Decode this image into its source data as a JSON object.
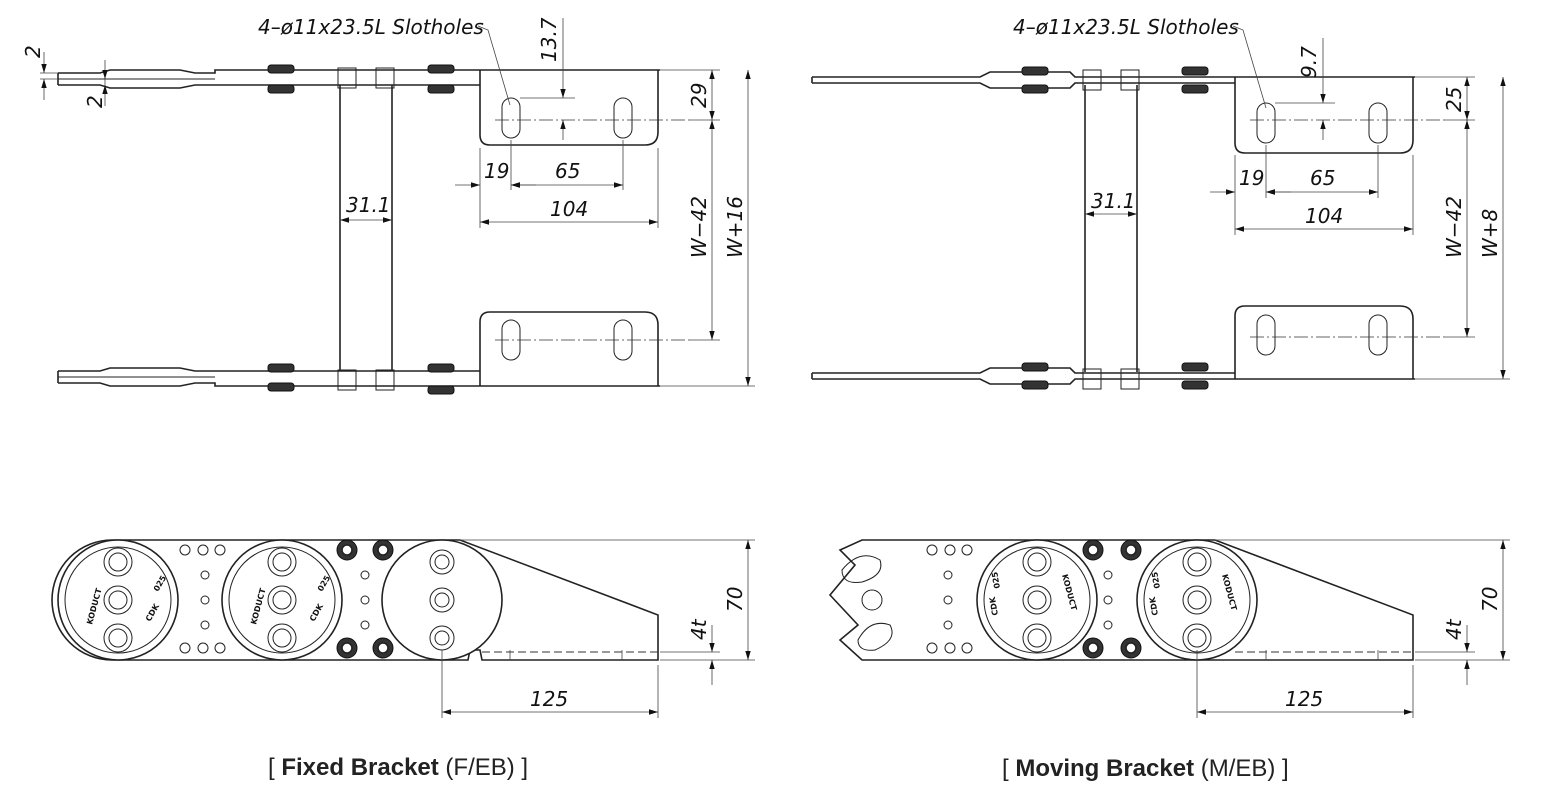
{
  "fixed": {
    "slot_note": "4–ø11x23.5L Slotholes",
    "dim_plate": "2",
    "dim_plate2": "2",
    "dim_offset": "13.7",
    "dim_hole_y": "29",
    "dim_hole_edge": "19",
    "dim_hole_pitch": "65",
    "dim_bracket_len": "104",
    "dim_link_width": "31.1",
    "dim_inner": "W−42",
    "dim_outer": "W+16",
    "dim_height": "70",
    "dim_thickness": "4t",
    "dim_length": "125",
    "caption_open": "[ ",
    "caption_name": "Fixed Bracket",
    "caption_code": " (F/EB)",
    "caption_close": " ]"
  },
  "moving": {
    "slot_note": "4–ø11x23.5L Slotholes",
    "dim_offset": "9.7",
    "dim_hole_y": "25",
    "dim_hole_edge": "19",
    "dim_hole_pitch": "65",
    "dim_bracket_len": "104",
    "dim_link_width": "31.1",
    "dim_inner": "W−42",
    "dim_outer": "W+8",
    "dim_height": "70",
    "dim_thickness": "4t",
    "dim_length": "125",
    "caption_open": "[ ",
    "caption_name": "Moving Bracket",
    "caption_code": " (M/EB)",
    "caption_close": " ]"
  },
  "logo_text": [
    "KODUCT",
    "CDK",
    "025"
  ],
  "colors": {
    "line": "#222222",
    "background": "#ffffff",
    "bolt": "#333333"
  }
}
